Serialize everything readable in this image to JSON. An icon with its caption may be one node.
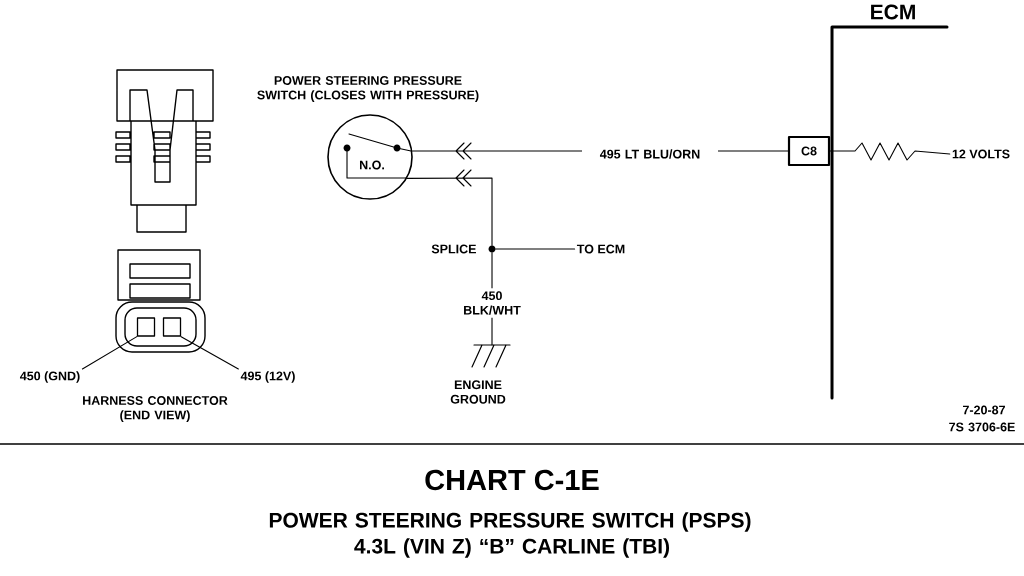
{
  "diagram": {
    "title": "CHART C-1E",
    "nodes": [
      {
        "text": [
          "POWER STEERING PRESSURE SWITCH (CLOSES WITH PRESSURE)",
          "N.O."
        ]
      },
      {
        "text": [
          "C8"
        ]
      },
      {
        "text": [
          "ECM"
        ]
      },
      {
        "text": [],
        "shape": "circle",
        "beside": [
          "SPLICE"
        ]
      },
      {
        "text": [
          "TO ECM"
        ]
      },
      {
        "text": [
          "ENGINE GROUND"
        ]
      },
      {
        "text": [
          "12 VOLTS"
        ]
      },
      {
        "text": [
          "450 (GND)"
        ]
      },
      {
        "text": [],
        "shape": "box"
      },
      {
        "text": [],
        "shape": "box"
      },
      {
        "text": [
          "495 (12V)"
        ]
      }
    ],
    "edges": [
      {
        "from": 1,
        "to": 0,
        "arrow": "to",
        "label": "495 LT BLU/ORN"
      },
      {
        "from": 3,
        "to": 0,
        "arrow": "to"
      },
      {
        "from": 3,
        "to": 4,
        "arrow": "none"
      },
      {
        "from": 3,
        "to": 5,
        "arrow": "none",
        "label": "450 BLK/WHT"
      },
      {
        "from": 1,
        "to": 6,
        "arrow": "none"
      },
      {
        "from": 7,
        "to": 8,
        "arrow": "none"
      },
      {
        "from": 10,
        "to": 9,
        "arrow": "none"
      }
    ],
    "labels": [
      "HARNESS CONNECTOR (END VIEW)",
      "7-20-87",
      "7S 3706-6E",
      "POWER STEERING PRESSURE SWITCH (PSPS)",
      "4.3L (VIN Z) “B” CARLINE (TBI)"
    ]
  }
}
